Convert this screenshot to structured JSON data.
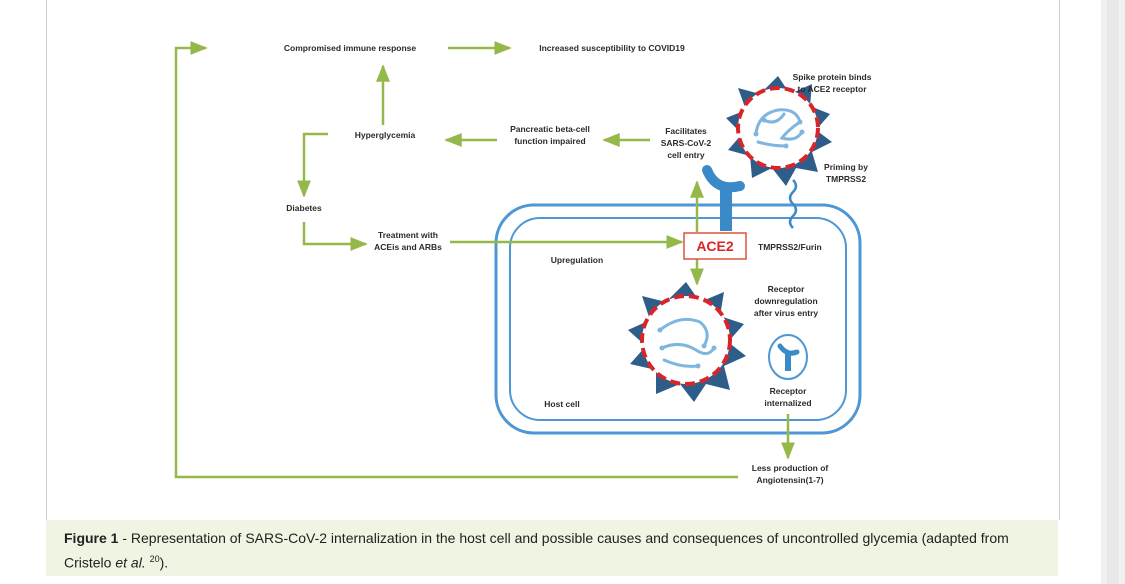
{
  "figure": {
    "labels": {
      "compromised": "Compromised immune response",
      "susceptibility": "Increased susceptibility to COVID19",
      "hyperglycemia": "Hyperglycemia",
      "pancreatic_1": "Pancreatic beta-cell",
      "pancreatic_2": "function impaired",
      "facilitates_1": "Facilitates",
      "facilitates_2": "SARS-CoV-2",
      "facilitates_3": "cell entry",
      "spike_1": "Spike protein binds",
      "spike_2": "to ACE2 receptor",
      "priming_1": "Priming by",
      "priming_2": "TMPRSS2",
      "diabetes": "Diabetes",
      "treatment_1": "Treatment with",
      "treatment_2": "ACEis and ARBs",
      "ace2": "ACE2",
      "tmprss2_furin": "TMPRSS2/Furin",
      "upregulation": "Upregulation",
      "downreg_1": "Receptor",
      "downreg_2": "downregulation",
      "downreg_3": "after virus entry",
      "internalized_1": "Receptor",
      "internalized_2": "internalized",
      "host_cell": "Host cell",
      "less_prod_1": "Less production of",
      "less_prod_2": "Angiotensin(1-7)"
    },
    "colors": {
      "arrow": "#94b84a",
      "membrane": "#4f97d4",
      "ace2_box": "#e0523c",
      "virus_envelope": "#d9252a",
      "spikes": "#2f5d8a",
      "rna": "#7fb6e0"
    }
  },
  "caption": {
    "label": "Figure 1",
    "text_1": " - Representation of SARS-CoV-2 internalization in the host cell and possible causes and consequences of uncontrolled glycemia (adapted from Cristelo ",
    "etal": "et al.",
    "ref": "20",
    "text_2": ")."
  }
}
